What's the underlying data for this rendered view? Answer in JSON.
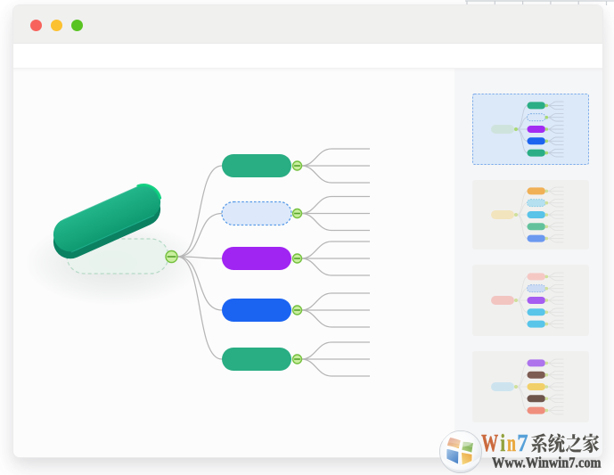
{
  "window": {
    "titlebar_bg": "#f0f0ef",
    "toolbar_bg": "#ffffff",
    "canvas_bg": "#fcfcfc",
    "sidebar_bg": "#f5f6f7",
    "traffic_lights": [
      {
        "name": "close",
        "color": "#f7635c"
      },
      {
        "name": "minimize",
        "color": "#fcc12f"
      },
      {
        "name": "zoom",
        "color": "#59c322"
      }
    ]
  },
  "chart_data": {
    "type": "mindmap",
    "title": "",
    "root": {
      "label": "",
      "fill": "#e9f3ee",
      "border": "#b5d9c6",
      "dashed": true
    },
    "decor_pill": {
      "face_top": "#23b68b",
      "face_bottom": "#0f9a71",
      "side": "#0b8162",
      "highlight": "#0ccf7d"
    },
    "connector": {
      "fill": "#c9ee9e",
      "border": "#74c03e",
      "minus": "#55a42c"
    },
    "edge_color": "#b6b6b6",
    "children": [
      {
        "fill": "#29ad83",
        "dashed": false,
        "border": "",
        "leaves": 3
      },
      {
        "fill": "#dde9fa",
        "dashed": true,
        "border": "#5b9ce8",
        "leaves": 3
      },
      {
        "fill": "#a024f2",
        "dashed": false,
        "border": "",
        "leaves": 3
      },
      {
        "fill": "#1b64f2",
        "dashed": false,
        "border": "",
        "leaves": 3
      },
      {
        "fill": "#29ad83",
        "dashed": false,
        "border": "",
        "leaves": 3
      }
    ]
  },
  "sidebar": {
    "thumbnails": [
      {
        "selected": true,
        "bg": "#dce9f8",
        "border": "#79a9ea",
        "line": "#c2cddd",
        "root": "#cfe3dd",
        "dot": "#a8d973",
        "children": [
          {
            "fill": "#2bae85"
          },
          {
            "fill": "#d9e7f9",
            "dashed": true,
            "border": "#6fa3e0"
          },
          {
            "fill": "#a32cf2"
          },
          {
            "fill": "#1c64f0"
          },
          {
            "fill": "#2bae85"
          }
        ]
      },
      {
        "selected": false,
        "bg": "#f0f0ef",
        "border": "",
        "line": "#e2e2e1",
        "root": "#f2e4bd",
        "dot": "#cfe09a",
        "children": [
          {
            "fill": "#f0b056"
          },
          {
            "fill": "#b5e0ef",
            "dashed": true,
            "border": "#7ec8e4"
          },
          {
            "fill": "#59c3e8"
          },
          {
            "fill": "#63c29c"
          },
          {
            "fill": "#6b99f0"
          }
        ]
      },
      {
        "selected": false,
        "bg": "#f0f0ef",
        "border": "",
        "line": "#e2e2e1",
        "root": "#f2c5c1",
        "dot": "#cfe09a",
        "children": [
          {
            "fill": "#f5c8c4"
          },
          {
            "fill": "#ccdbf4",
            "dashed": true,
            "border": "#8fb4e6"
          },
          {
            "fill": "#a55cf0"
          },
          {
            "fill": "#58c5e9"
          },
          {
            "fill": "#58c5e9"
          }
        ]
      },
      {
        "selected": false,
        "bg": "#f0f0ef",
        "border": "",
        "line": "#e2e2e1",
        "root": "#cde4ef",
        "dot": "#cfe09a",
        "children": [
          {
            "fill": "#ad74ec"
          },
          {
            "fill": "#7d5c52"
          },
          {
            "fill": "#f2d069"
          },
          {
            "fill": "#6e554c"
          },
          {
            "fill": "#ef8e7d"
          }
        ]
      }
    ]
  },
  "watermark": {
    "brand_letters": [
      {
        "text": "W",
        "color": "#cb6a3e"
      },
      {
        "text": "i",
        "color": "#92a13e"
      },
      {
        "text": "n",
        "color": "#e9a83e"
      },
      {
        "text": "7",
        "color": "#56a0d8"
      }
    ],
    "brand_cjk": "系统之家",
    "cjk_color": "#54534e",
    "url": "Www.Winwin7.com",
    "url_color": "#4a4a48",
    "logo": "windows-flag-orb",
    "logo_panes": {
      "tl_top": "#c2492c",
      "tl_bottom": "#f2bb4e",
      "tr_top": "#68a23f",
      "tr_bottom": "#bcd78e",
      "bl_top": "#a9c9e8",
      "bl_bottom": "#4c84c8",
      "br_top": "#e9a23e",
      "br_bottom": "#f6d984"
    }
  },
  "ruler": {
    "color": "#cdd2d6"
  }
}
